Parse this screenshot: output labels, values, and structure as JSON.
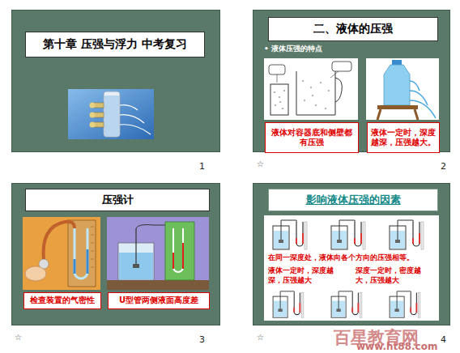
{
  "diagram": {
    "nodes": [
      {
        "text": [
          "1"
        ]
      },
      {
        "text": [
          "第十章 压强与浮力 中考复习"
        ],
        "in": 0
      },
      {
        "text": [
          "2"
        ]
      },
      {
        "text": [
          "二、液体的压强"
        ],
        "in": 2
      },
      {
        "text": [
          "液体对容器底和侧壁都有压强"
        ],
        "in": 2
      },
      {
        "text": [
          "液体一定时，深度越深，压强越大。"
        ],
        "in": 2
      },
      {
        "text": [
          "3"
        ]
      },
      {
        "text": [
          "压强计"
        ],
        "in": 6
      },
      {
        "text": [
          "检查装置的气密性"
        ],
        "in": 6
      },
      {
        "text": [
          "U型管两侧液面高度差"
        ],
        "in": 6
      },
      {
        "text": [
          "4"
        ]
      },
      {
        "text": [
          "影响液体压强的因素"
        ],
        "in": 10
      },
      {
        "text": [
          "在同一深度处，液体向各个方向的压强相等。",
          "液体一定时，深度越深，压强越大",
          "深度一定时，密度越大，压强越大"
        ],
        "in": 10
      }
    ],
    "labels": [
      "• 液体压强的特点",
      "☆",
      "☆",
      "☆",
      "百星教育网",
      "www.ht88.com"
    ]
  }
}
